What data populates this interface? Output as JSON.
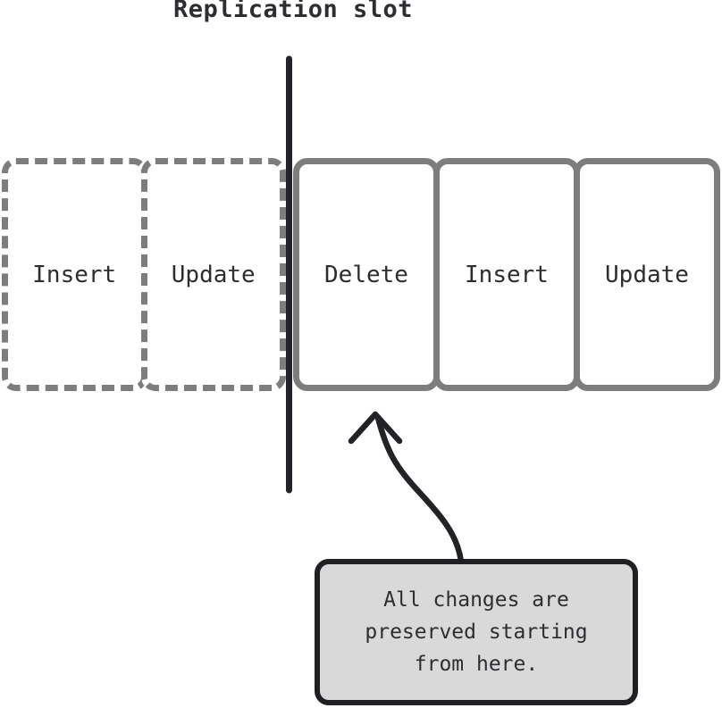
{
  "diagram": {
    "title": "Replication slot",
    "boxes": [
      {
        "label": "Insert",
        "style": "dashed",
        "position": "before-slot"
      },
      {
        "label": "Update",
        "style": "dashed",
        "position": "before-slot"
      },
      {
        "label": "Delete",
        "style": "solid",
        "position": "after-slot"
      },
      {
        "label": "Insert",
        "style": "solid",
        "position": "after-slot"
      },
      {
        "label": "Update",
        "style": "solid",
        "position": "after-slot"
      }
    ],
    "callout": {
      "line1": "All changes are",
      "line2": "preserved starting",
      "line3": "from here.",
      "full_text": "All changes are preserved starting from here."
    },
    "colors": {
      "background": "#ffffff",
      "box_border_gray": "#7d7d7d",
      "box_fill": "#ffffff",
      "text_dark": "#2d2d32",
      "slot_line": "#232327",
      "arrow": "#232327",
      "callout_fill": "#d9d9d9",
      "callout_border": "#202024"
    }
  }
}
